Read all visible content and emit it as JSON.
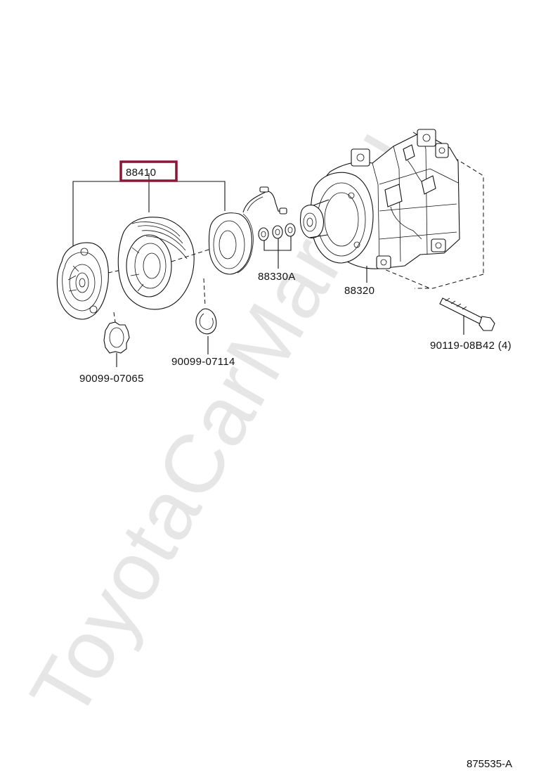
{
  "watermark": "ToyotaCarMart.ru",
  "parts": {
    "clutch_assembly": "88410",
    "field_coil_parts": "88330A",
    "compressor": "88320",
    "shim_ring": "90099-07065",
    "snap_ring": "90099-07114",
    "bolt": "90119-08B42 (4)"
  },
  "highlight_color": "#8b1538",
  "document_id": "875535-A"
}
